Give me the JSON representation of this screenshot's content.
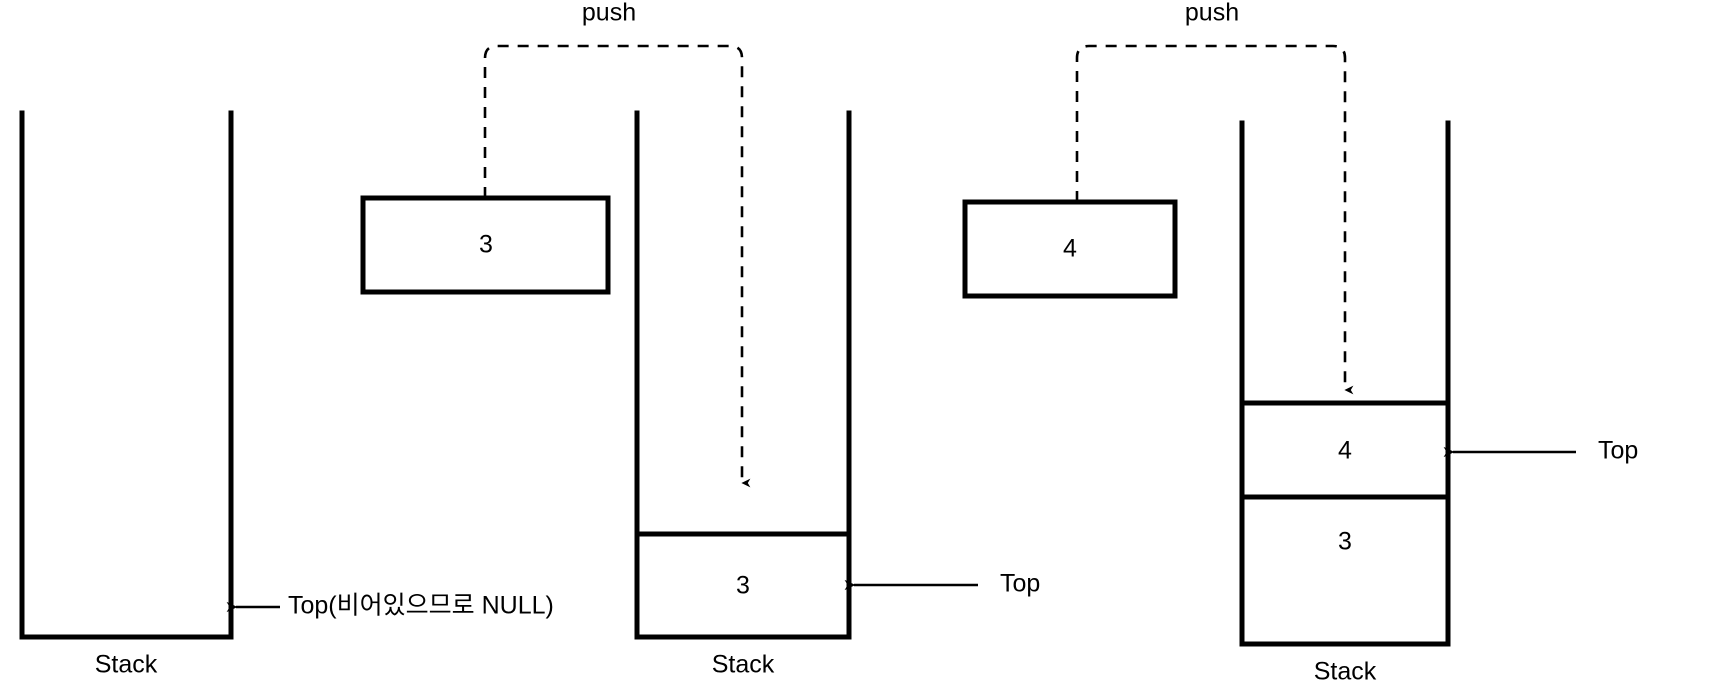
{
  "diagram": {
    "title": "Stack push operation sequence",
    "background_color": "#ffffff",
    "line_color": "#000000",
    "text_color": "#000000"
  },
  "panels": [
    {
      "id": "panel-empty-stack",
      "stack_label": "Stack",
      "cells": [],
      "pointer": {
        "label": "Top(비어있으므로 NULL)"
      }
    },
    {
      "id": "panel-push-3",
      "operation_label": "push",
      "incoming_value": "3",
      "stack_label": "Stack",
      "cells": [
        {
          "value": "3"
        }
      ],
      "pointer": {
        "label": "Top"
      }
    },
    {
      "id": "panel-push-4",
      "operation_label": "push",
      "incoming_value": "4",
      "stack_label": "Stack",
      "cells": [
        {
          "value": "4"
        },
        {
          "value": "3"
        }
      ],
      "pointer": {
        "label": "Top"
      }
    }
  ]
}
